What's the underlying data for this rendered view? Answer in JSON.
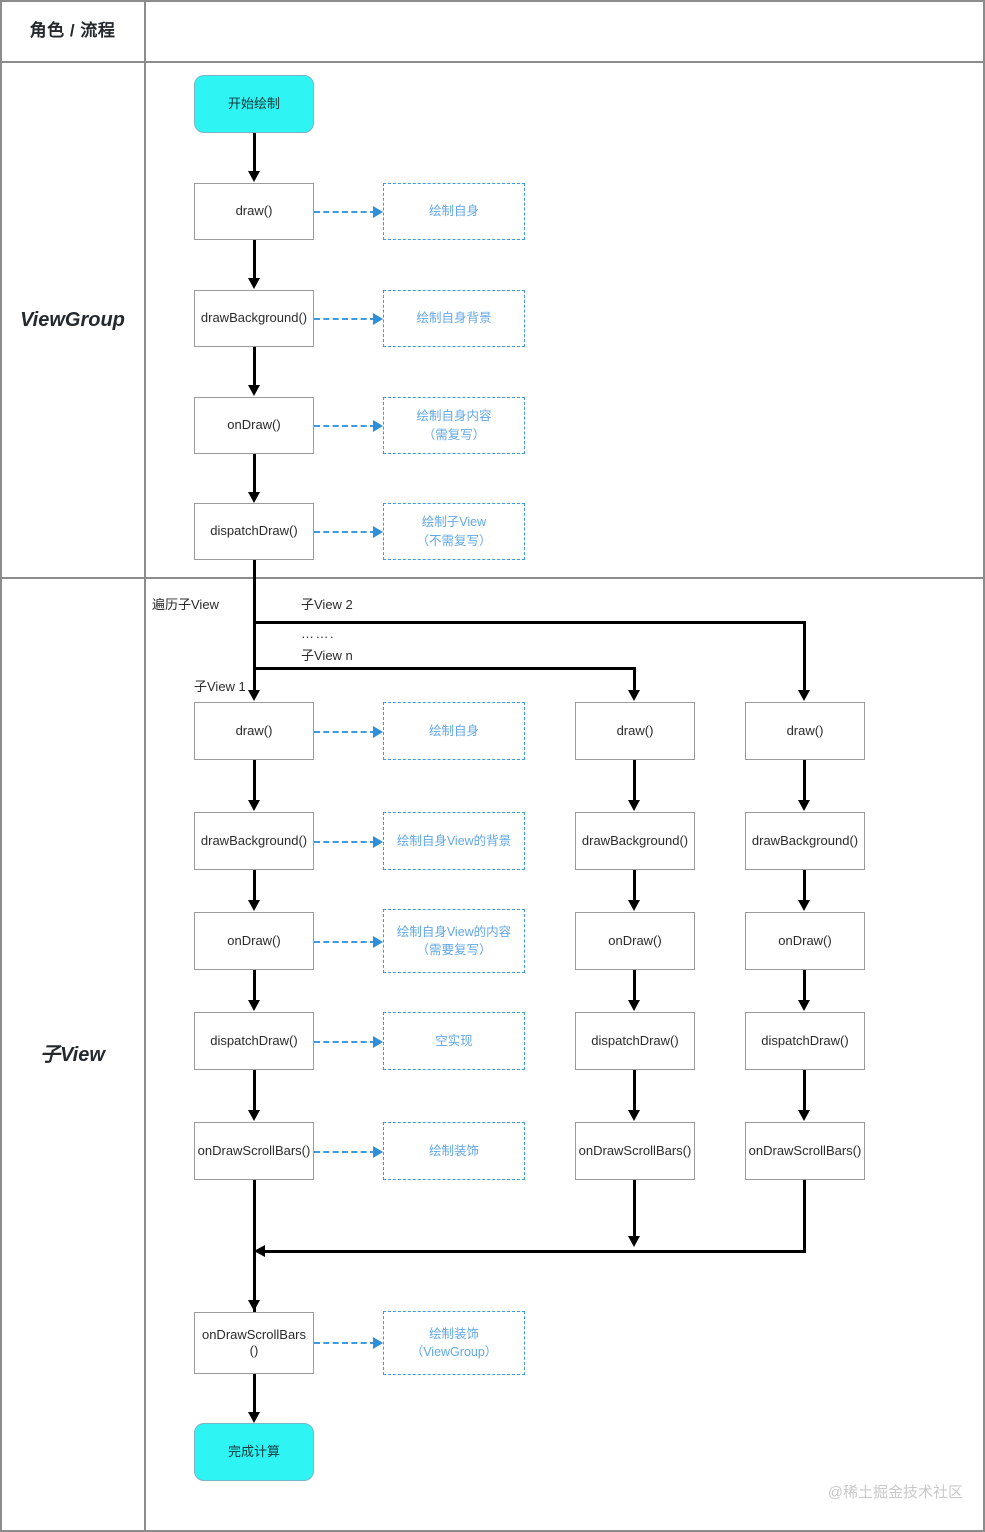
{
  "table": {
    "header_label": "角色 / 流程",
    "lanes": [
      {
        "id": "viewgroup",
        "label": "ViewGroup"
      },
      {
        "id": "childview",
        "label": "子View"
      }
    ]
  },
  "viewgroup_flow": {
    "start_node": "开始绘制",
    "steps": [
      {
        "method": "draw()",
        "note": "绘制自身"
      },
      {
        "method": "drawBackground()",
        "note": "绘制自身背景"
      },
      {
        "method": "onDraw()",
        "note": "绘制自身内容\n（需复写）"
      },
      {
        "method": "dispatchDraw()",
        "note": "绘制子View\n（不需复写）"
      }
    ]
  },
  "traverse": {
    "loop_label": "遍历子View",
    "branch_child2": "子View 2",
    "branch_ellipsis": "…….",
    "branch_childn": "子View n",
    "branch_child1": "子View 1"
  },
  "childview_flow": {
    "column1": {
      "steps": [
        {
          "method": "draw()",
          "note": "绘制自身"
        },
        {
          "method": "drawBackground()",
          "note": "绘制自身View的背景"
        },
        {
          "method": "onDraw()",
          "note": "绘制自身View的内容\n（需要复写）"
        },
        {
          "method": "dispatchDraw()",
          "note": "空实现"
        },
        {
          "method": "onDrawScrollBars()",
          "note": "绘制装饰"
        }
      ]
    },
    "column2": {
      "steps": [
        {
          "method": "draw()"
        },
        {
          "method": "drawBackground()"
        },
        {
          "method": "onDraw()"
        },
        {
          "method": "dispatchDraw()"
        },
        {
          "method": "onDrawScrollBars()"
        }
      ]
    },
    "column3": {
      "steps": [
        {
          "method": "draw()"
        },
        {
          "method": "drawBackground()"
        },
        {
          "method": "onDraw()"
        },
        {
          "method": "dispatchDraw()"
        },
        {
          "method": "onDrawScrollBars()"
        }
      ]
    }
  },
  "viewgroup_tail": {
    "method": "onDrawScrollBars\n()",
    "note": "绘制装饰\n（ViewGroup）",
    "end_node": "完成计算"
  },
  "watermark": "@稀土掘金技术社区",
  "colors": {
    "terminator_fill": "#2ff4f4",
    "note_text": "#62a8e5",
    "note_border": "#3d9ae0",
    "node_border": "#9b9b9b",
    "edge": "#000000",
    "frame": "#8c8c8c"
  }
}
